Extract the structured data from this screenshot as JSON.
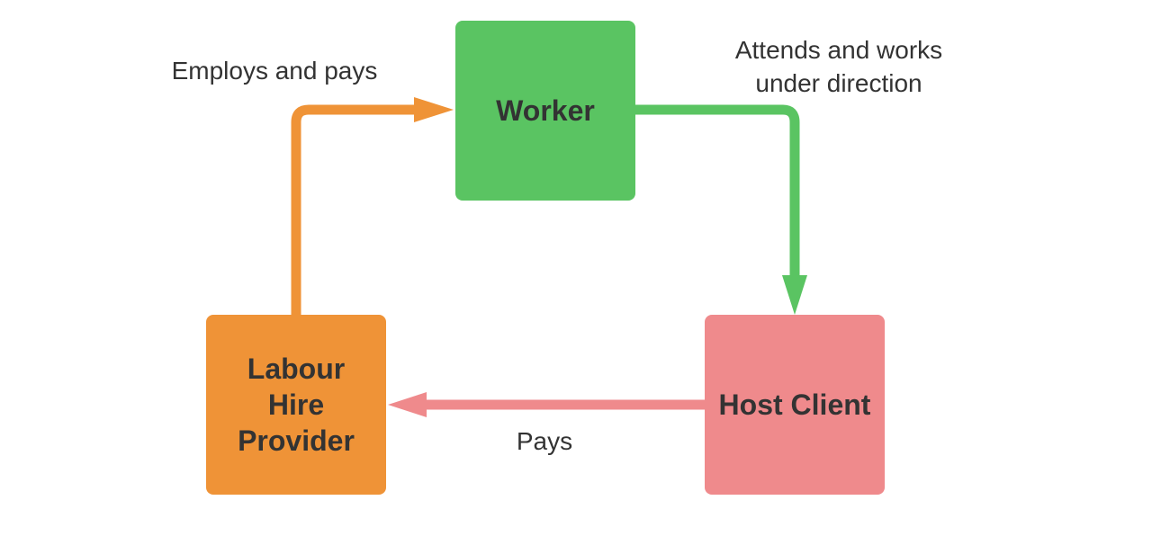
{
  "nodes": {
    "worker": {
      "lines": [
        "Worker"
      ],
      "color": "#5ac462"
    },
    "provider": {
      "lines": [
        "Labour",
        "Hire",
        "Provider"
      ],
      "color": "#ef9337"
    },
    "host": {
      "lines": [
        "Host Client"
      ],
      "color": "#ef8a8c"
    }
  },
  "edges": {
    "employs": {
      "lines": [
        "Employs and pays"
      ],
      "color": "#ef9337"
    },
    "attends": {
      "lines": [
        "Attends and works",
        "under direction"
      ],
      "color": "#5ac462"
    },
    "pays": {
      "lines": [
        "Pays"
      ],
      "color": "#ef8a8c"
    }
  },
  "text_color": "#333333",
  "background": "#ffffff"
}
